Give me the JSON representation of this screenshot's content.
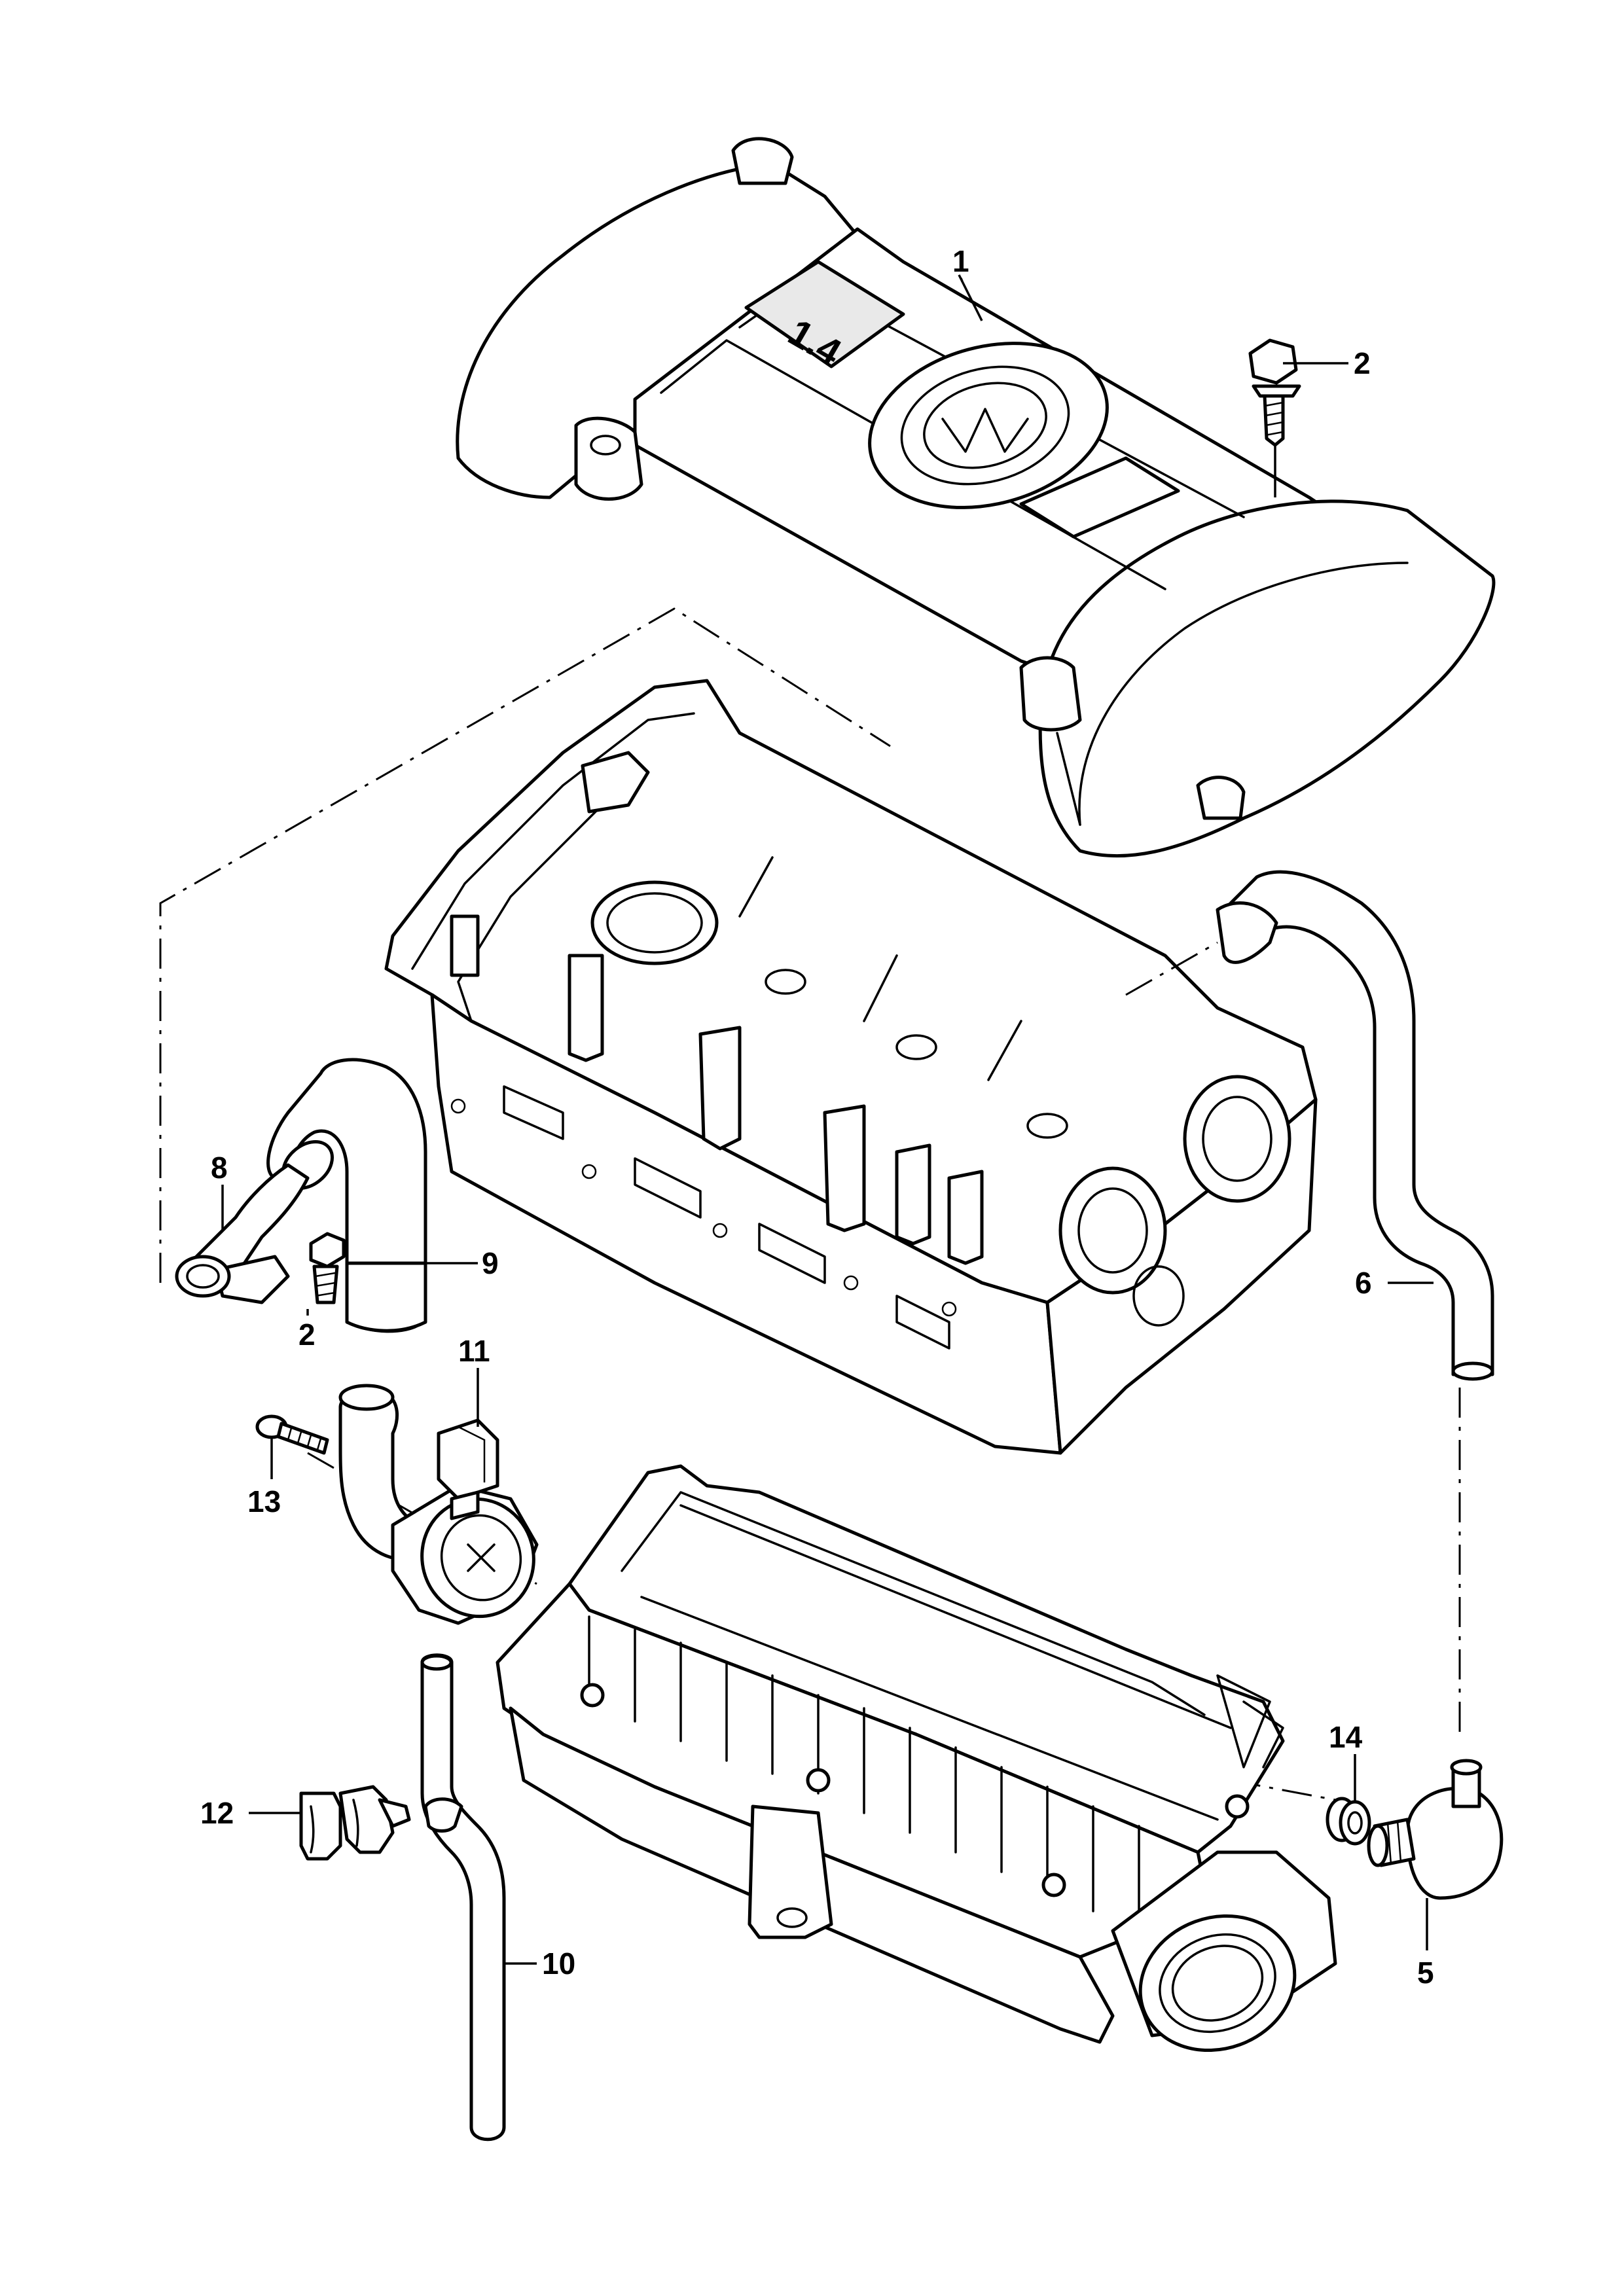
{
  "callouts": {
    "c1": "1",
    "c2_top": "2",
    "c2_left": "2",
    "c5": "5",
    "c6": "6",
    "c8": "8",
    "c9": "9",
    "c10": "10",
    "c11": "11",
    "c12": "12",
    "c13": "13",
    "c14": "14"
  },
  "engine_cover_emblem": "1.4"
}
